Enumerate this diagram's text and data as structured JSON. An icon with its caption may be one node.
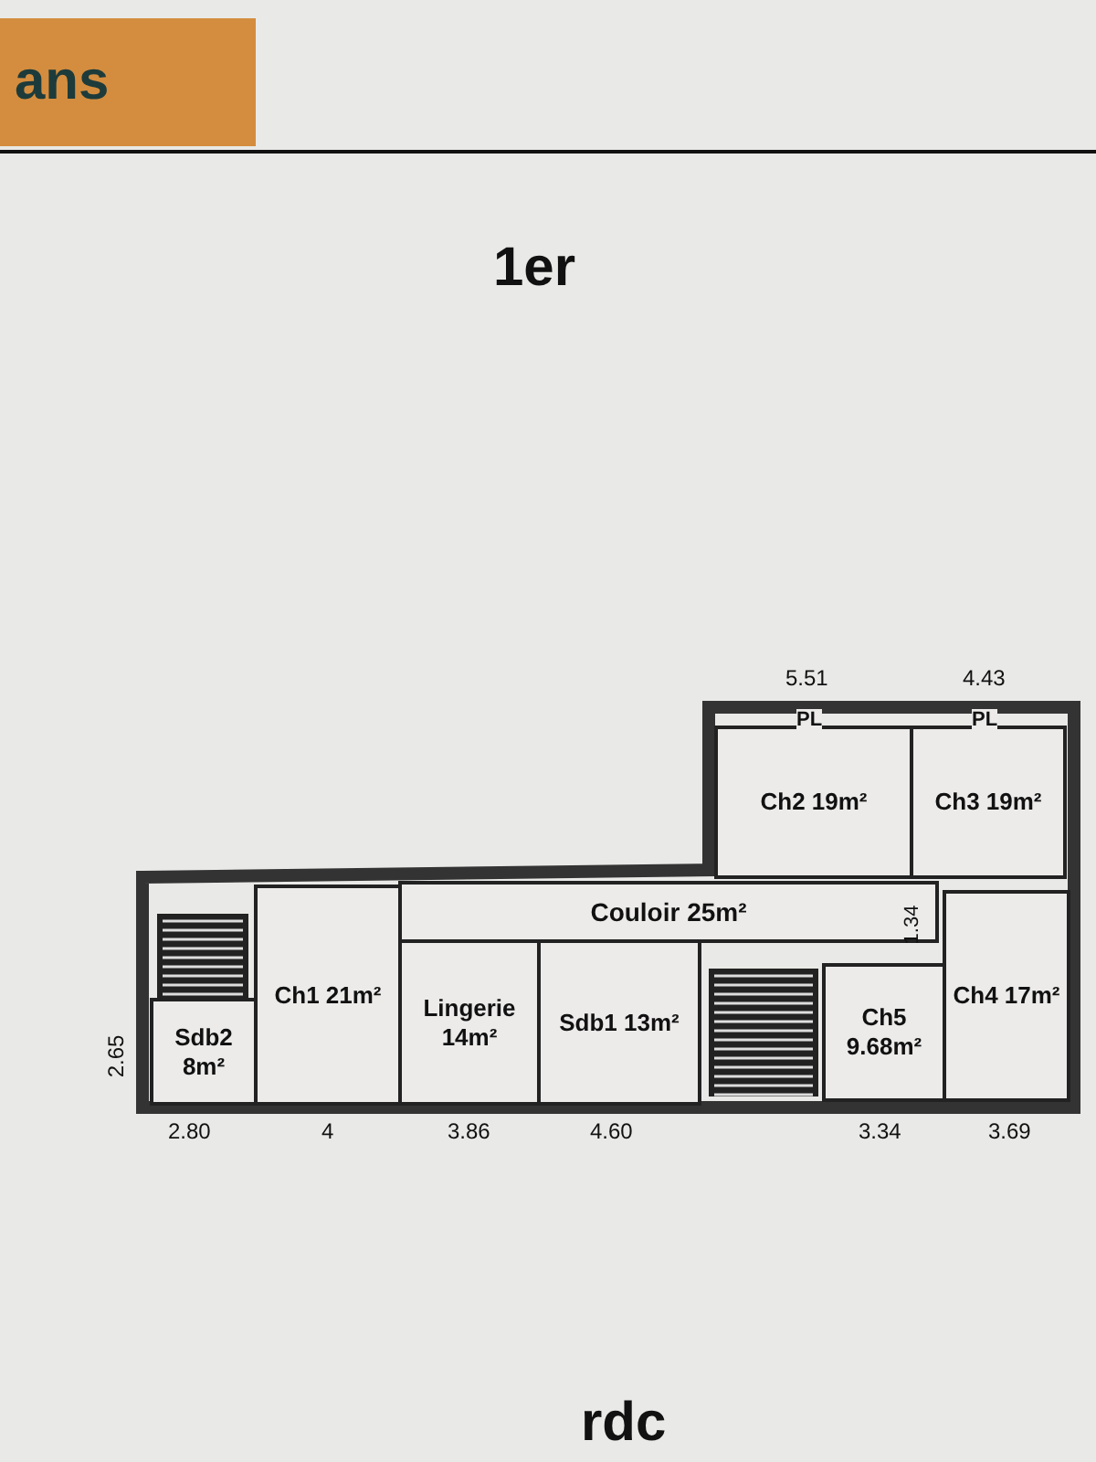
{
  "diagram": {
    "nodes": [
      {
        "text": [
          "Ch2 19m²"
        ]
      },
      {
        "text": [
          "Ch3 19m²"
        ]
      },
      {
        "text": [
          "Couloir 25m²"
        ]
      },
      {
        "text": [
          "Ch1 21m²"
        ]
      },
      {
        "text": [
          "Lingerie 14m²"
        ]
      },
      {
        "text": [
          "Sdb1 13m²"
        ]
      },
      {
        "text": [
          "Ch5 9.68m²"
        ]
      },
      {
        "text": [
          "Ch4 17m²"
        ]
      },
      {
        "text": [
          "Sdb2 8m²"
        ]
      }
    ],
    "edges": [],
    "labels": [
      "ans",
      "1er",
      "5.51",
      "4.43",
      "PL",
      "PL",
      "1.34",
      "2.65",
      "2.80",
      "4",
      "3.86",
      "4.60",
      "3.34",
      "3.69",
      "rdc"
    ]
  }
}
